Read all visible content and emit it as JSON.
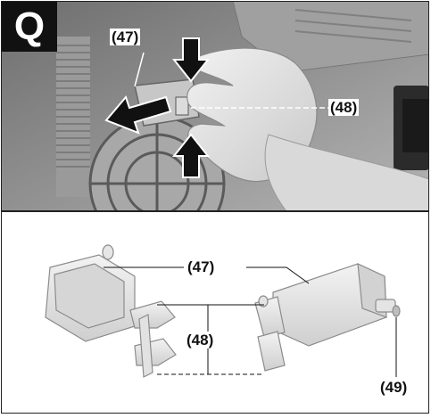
{
  "figure": {
    "badge": "Q",
    "photo_labels": {
      "part_47": "(47)",
      "part_48": "(48)"
    },
    "drawing_labels": {
      "part_47": "(47)",
      "part_48": "(48)",
      "part_49": "(49)"
    }
  }
}
